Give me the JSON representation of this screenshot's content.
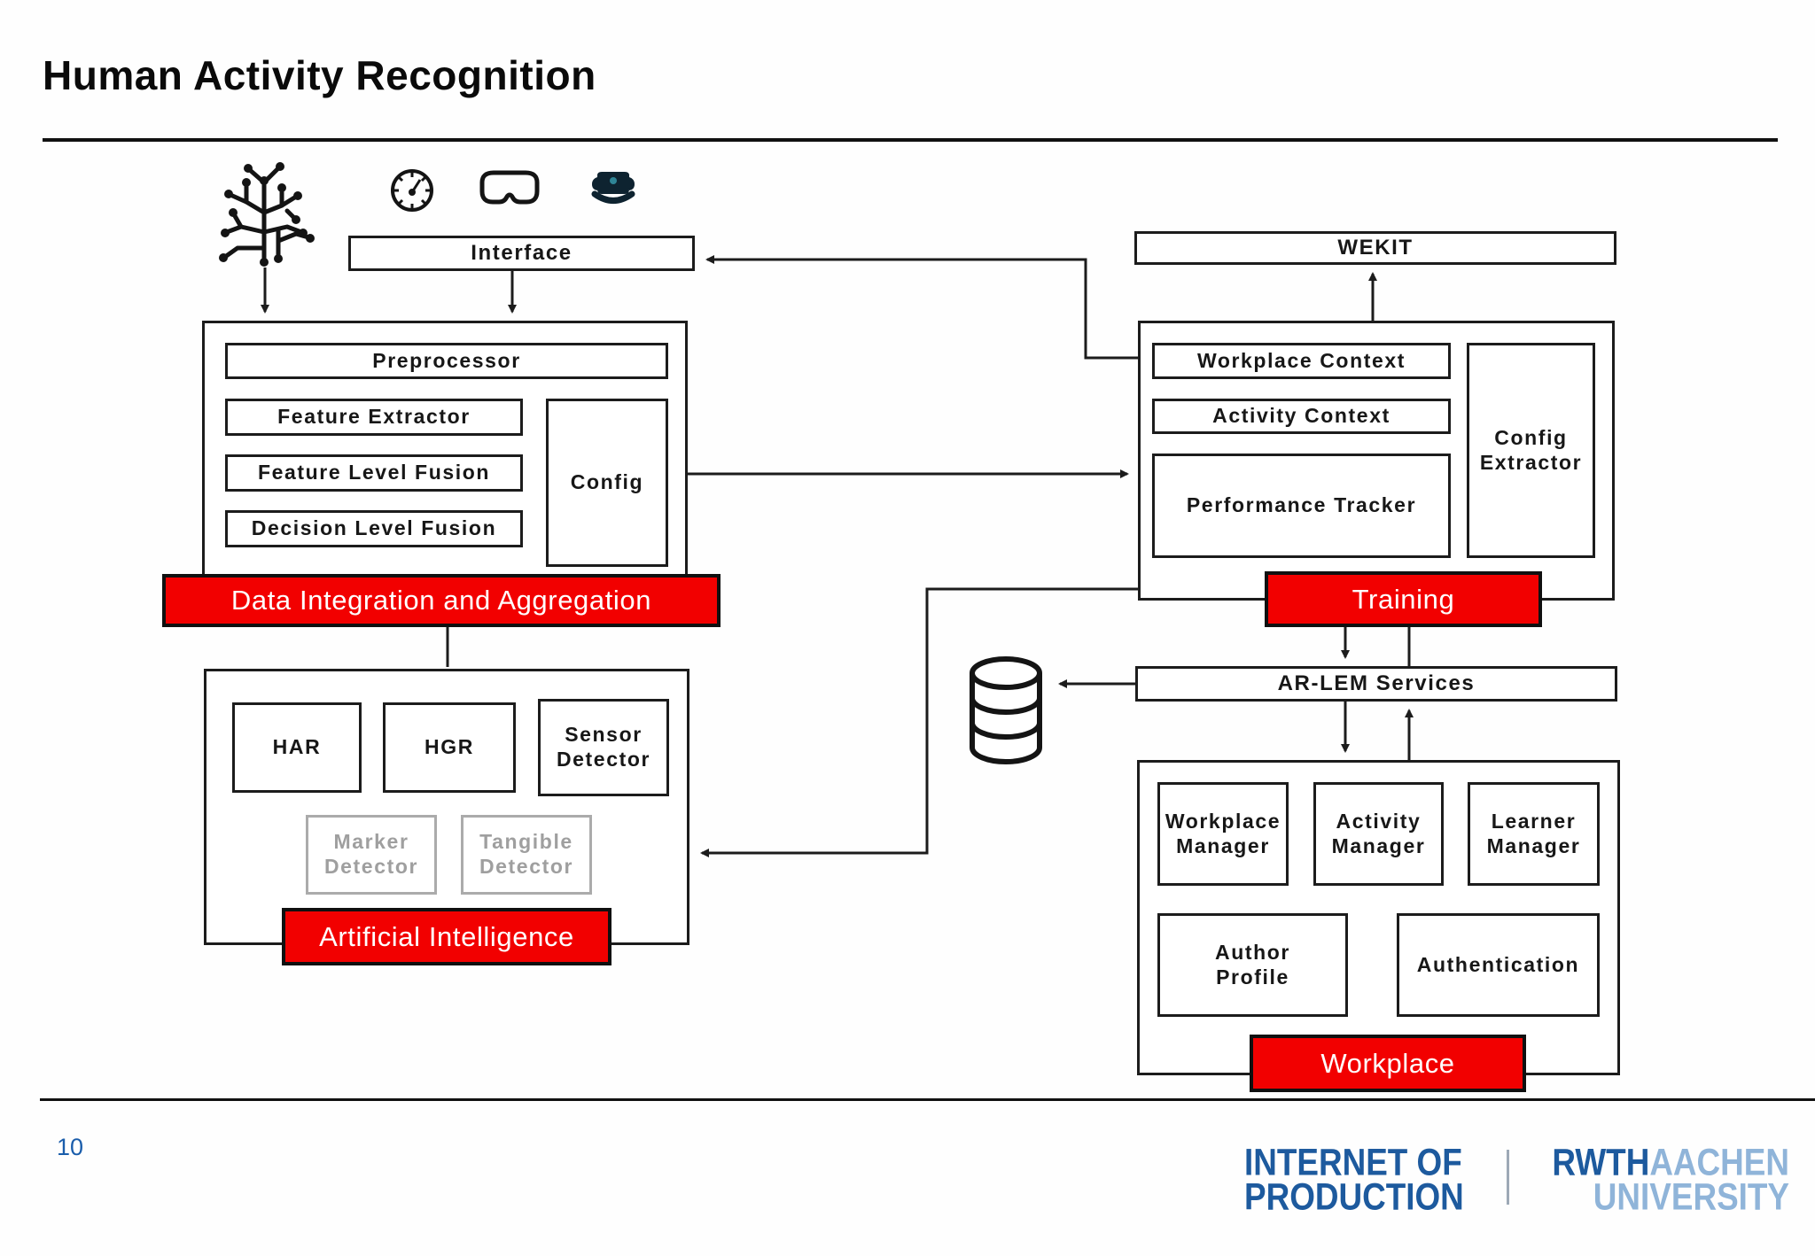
{
  "slide": {
    "title": "Human Activity Recognition"
  },
  "diagram": {
    "interface_label": "Interface",
    "wekit_label": "WEKIT",
    "arlem_label": "AR-LEM Services",
    "integration_group": {
      "preprocessor": "Preprocessor",
      "feature_extractor": "Feature Extractor",
      "feature_level_fusion": "Feature Level Fusion",
      "decision_level_fusion": "Decision Level Fusion",
      "config": "Config",
      "label": "Data Integration and Aggregation"
    },
    "ai_group": {
      "har": "HAR",
      "hgr": "HGR",
      "sensor_detector": "Sensor Detector",
      "marker_detector": "Marker Detector",
      "tangible_detector": "Tangible Detector",
      "label": "Artificial Intelligence"
    },
    "training_group": {
      "workplace_context": "Workplace Context",
      "activity_context": "Activity Context",
      "performance_tracker": "Performance Tracker",
      "config_extractor": "Config Extractor",
      "label": "Training"
    },
    "workplace_group": {
      "workplace_manager": "Workplace Manager",
      "activity_manager": "Activity Manager",
      "learner_manager": "Learner Manager",
      "author_profile": "Author Profile",
      "authentication": "Authentication",
      "label": "Workplace"
    },
    "icons": {
      "brain": "circuit-brain-icon",
      "gauge": "smartwatch-gauge-icon",
      "glasses": "ar-glasses-icon",
      "headset": "vr-headset-icon",
      "database": "database-icon"
    }
  },
  "footer": {
    "page_number": "10",
    "logo_iop_line1": "INTERNET OF",
    "logo_iop_line2": "PRODUCTION",
    "logo_rwth_bold": "RWTH",
    "logo_rwth_light1": "AACHEN",
    "logo_rwth_light2": "UNIVERSITY"
  },
  "colors": {
    "accent_red": "#f20000",
    "line_black": "#1c1c1c",
    "disabled_gray": "#ababab",
    "logo_blue": "#1d5a9e",
    "logo_light_blue": "#8fb4d9",
    "page_number_blue": "#1a5dab"
  }
}
